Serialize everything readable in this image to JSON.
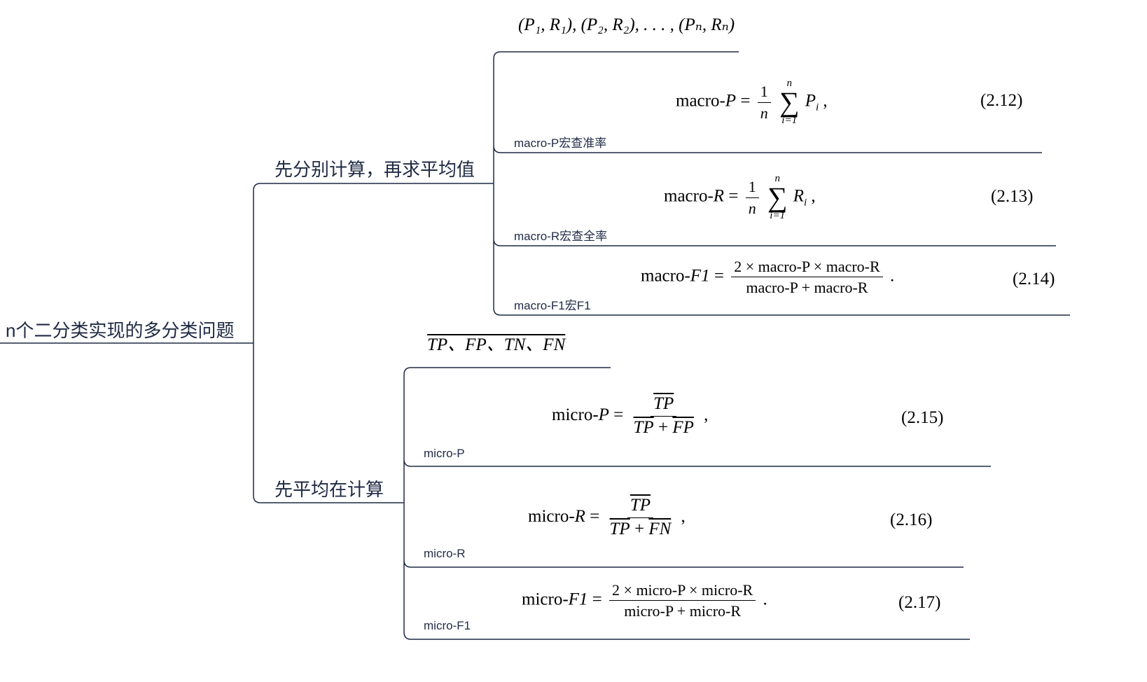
{
  "root": {
    "label": "n个二分类实现的多分类问题"
  },
  "macro": {
    "label": "先分别计算，再求平均值",
    "pairs": "(P₁, R₁), (P₂, R₂), . . . , (Pₙ, Rₙ)",
    "items": [
      {
        "caption": "macro-P宏查准率",
        "lhs": "macro-",
        "var": "P",
        "sumvar": "P",
        "number": "(2.12)"
      },
      {
        "caption": "macro-R宏查全率",
        "lhs": "macro-",
        "var": "R",
        "sumvar": "R",
        "number": "(2.13)"
      },
      {
        "caption": "macro-F1宏F1",
        "lhs": "macro-",
        "var": "F1",
        "num": "2 × macro-P × macro-R",
        "den": "macro-P + macro-R",
        "number": "(2.14)"
      }
    ]
  },
  "micro": {
    "label": "先平均在计算",
    "avgs": "TP、FP、TN、FN",
    "items": [
      {
        "caption": "micro-P",
        "lhs": "micro-",
        "var": "P",
        "num": "TP",
        "den1": "TP",
        "den2": "FP",
        "number": "(2.15)"
      },
      {
        "caption": "micro-R",
        "lhs": "micro-",
        "var": "R",
        "num": "TP",
        "den1": "TP",
        "den2": "FN",
        "number": "(2.16)"
      },
      {
        "caption": "micro-F1",
        "lhs": "micro-",
        "var": "F1",
        "num": "2 × micro-P × micro-R",
        "den": "micro-P + micro-R",
        "number": "(2.17)"
      }
    ]
  },
  "colors": {
    "line": "#1f2a44",
    "text": "#1f2a44"
  }
}
